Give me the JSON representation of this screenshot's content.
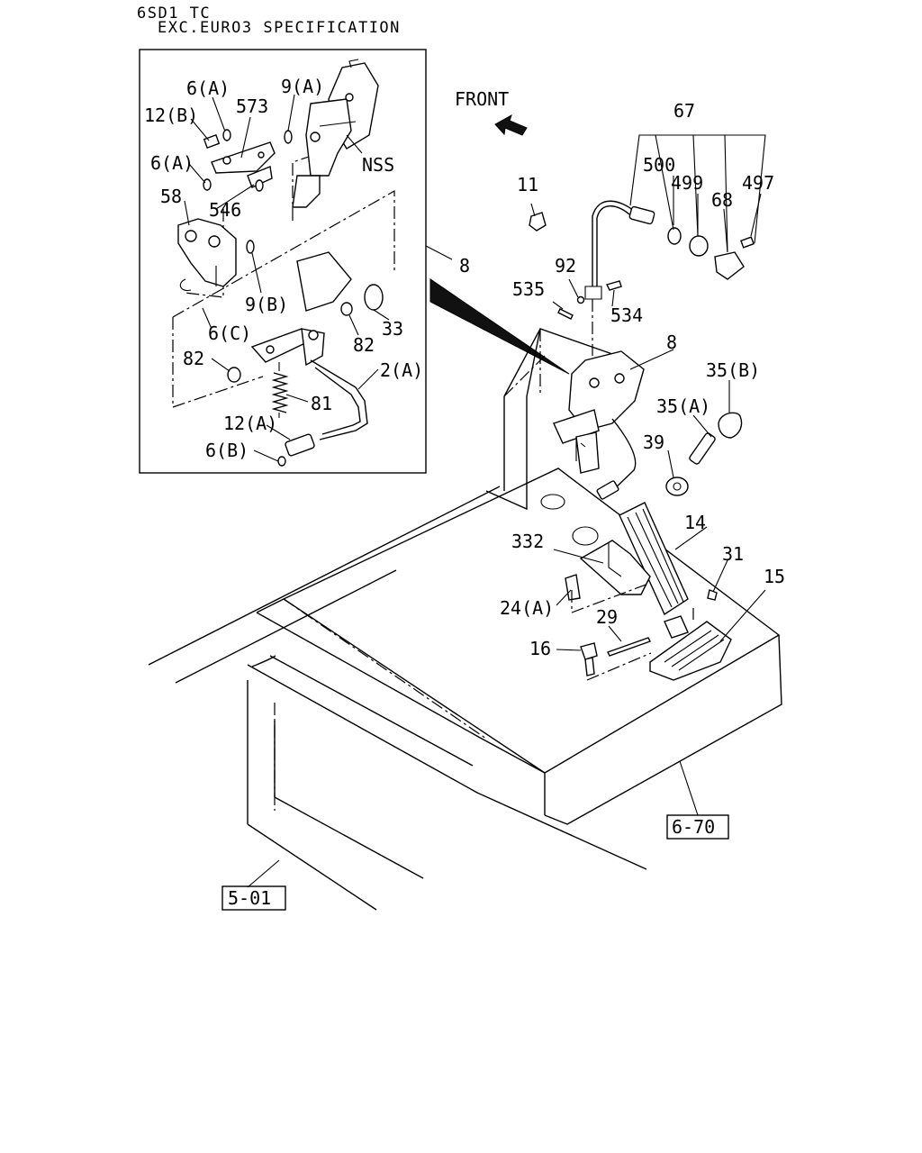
{
  "header": {
    "line1": "6SD1 TC",
    "line2": "EXC.EURO3 SPECIFICATION"
  },
  "direction": {
    "front_label": "FRONT",
    "arrow_icon": "front-arrow-icon"
  },
  "inset": {
    "labels": [
      "6(A)",
      "9(A)",
      "12(B)",
      "573",
      "6(A)",
      "NSS",
      "58",
      "546",
      "9(B)",
      "6(C)",
      "33",
      "82",
      "82",
      "2(A)",
      "81",
      "12(A)",
      "6(B)"
    ]
  },
  "main": {
    "labels": [
      "67",
      "500",
      "499",
      "68",
      "497",
      "11",
      "8",
      "92",
      "535",
      "534",
      "8",
      "35(B)",
      "35(A)",
      "39",
      "14",
      "332",
      "31",
      "15",
      "24(A)",
      "29",
      "16"
    ]
  },
  "references": {
    "ref_a": "6-70",
    "ref_b": "5-01"
  }
}
